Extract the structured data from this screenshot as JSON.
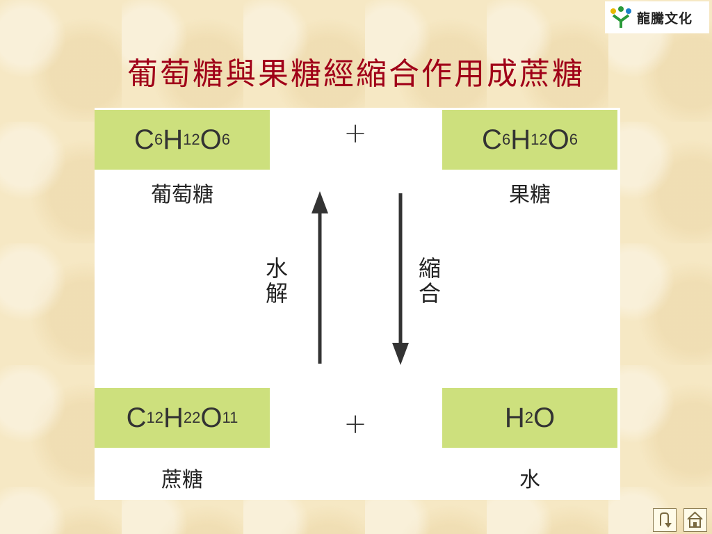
{
  "logo": {
    "text": "龍騰文化"
  },
  "title": "葡萄糖與果糖經縮合作用成蔗糖",
  "diagram": {
    "top_left": {
      "C": "C",
      "c_sub": "6",
      "H": "H",
      "h_sub": "12",
      "O": "O",
      "o_sub": "6",
      "label": "葡萄糖"
    },
    "top_right": {
      "C": "C",
      "c_sub": "6",
      "H": "H",
      "h_sub": "12",
      "O": "O",
      "o_sub": "6",
      "label": "果糖"
    },
    "bottom_left": {
      "C": "C",
      "c_sub": "12",
      "H": "H",
      "h_sub": "22",
      "O": "O",
      "o_sub": "11",
      "label": "蔗糖"
    },
    "bottom_right": {
      "H": "H",
      "h_sub": "2",
      "O": "O",
      "label": "水"
    },
    "plus_top": "+",
    "plus_bottom": "+",
    "up_arrow_label": {
      "line1": "水",
      "line2": "解"
    },
    "down_arrow_label": {
      "line1": "縮",
      "line2": "合"
    }
  },
  "colors": {
    "title": "#a00018",
    "box": "#cde07d",
    "panel": "#ffffff",
    "arrow": "#333333"
  },
  "nav": {
    "back": "return-icon",
    "home": "home-icon"
  }
}
